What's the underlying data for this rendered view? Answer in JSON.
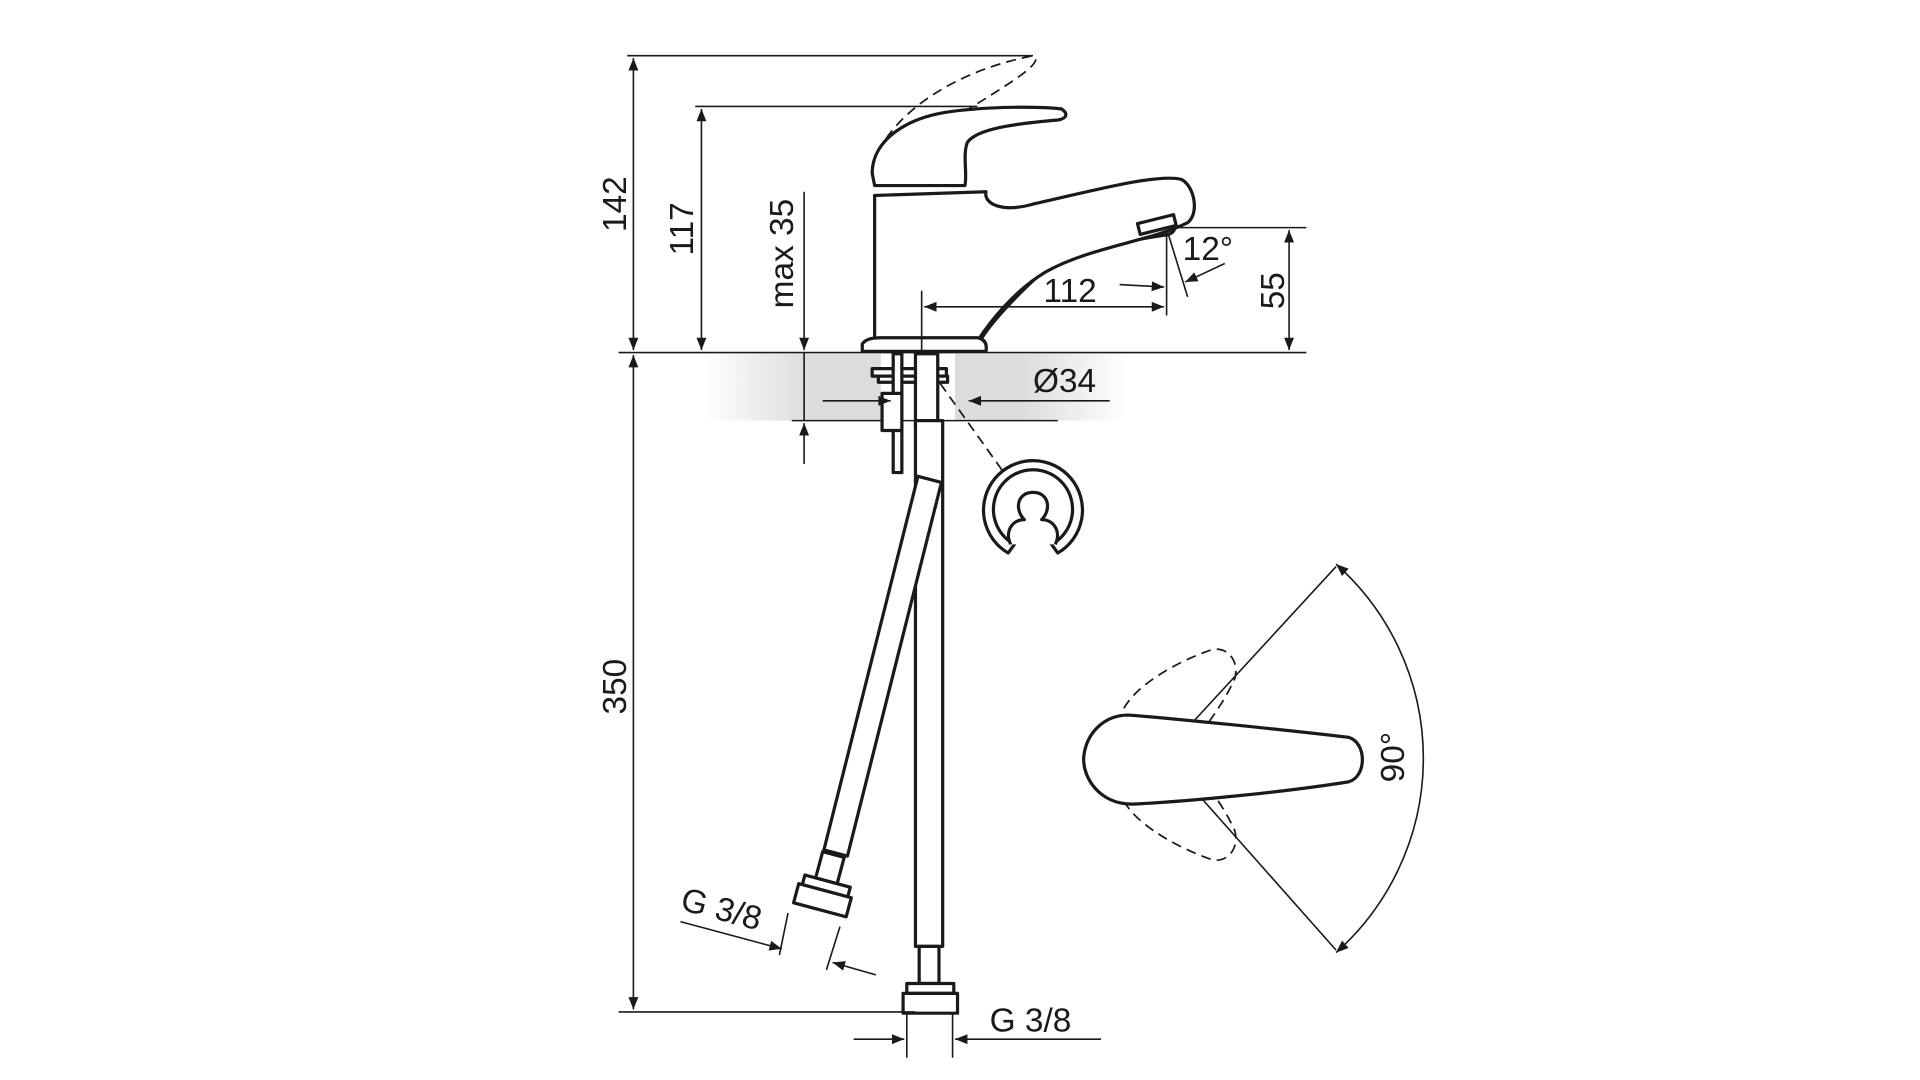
{
  "dimensions": {
    "total_height": "142",
    "lever_height": "117",
    "max_deck_thickness": "max 35",
    "spout_angle": "12°",
    "spout_reach": "112",
    "spout_height": "55",
    "mount_diameter": "Ø34",
    "hose_length": "350",
    "hose_thread_left": "G 3/8",
    "hose_thread_bottom": "G 3/8",
    "lever_rotation": "90°"
  },
  "colors": {
    "line": "#1a1a1a",
    "deck": "#d9d9d9"
  }
}
